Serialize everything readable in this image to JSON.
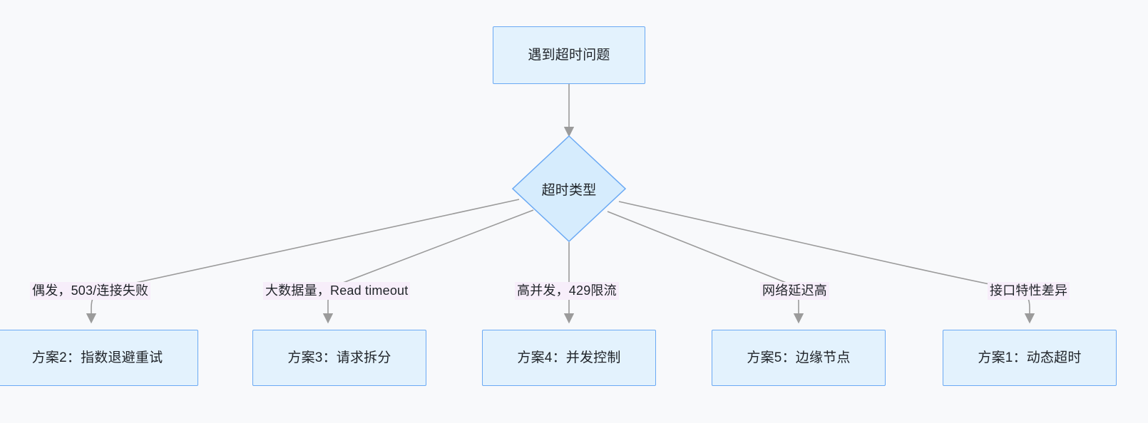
{
  "diagram": {
    "type": "flowchart",
    "direction": "top-down",
    "background_color": "#f8f9fb",
    "node_fill": "#e3f2fd",
    "node_stroke": "#6aa9f4",
    "edge_color": "#999999",
    "edge_label_background": "#f7eefa",
    "text_color": "#1f2328",
    "nodes": [
      {
        "id": "start",
        "shape": "rect",
        "label": "遇到超时问题"
      },
      {
        "id": "decide",
        "shape": "diamond",
        "label": "超时类型"
      },
      {
        "id": "opt2",
        "shape": "rect",
        "label": "方案2：指数退避重试"
      },
      {
        "id": "opt3",
        "shape": "rect",
        "label": "方案3：请求拆分"
      },
      {
        "id": "opt4",
        "shape": "rect",
        "label": "方案4：并发控制"
      },
      {
        "id": "opt5",
        "shape": "rect",
        "label": "方案5：边缘节点"
      },
      {
        "id": "opt1",
        "shape": "rect",
        "label": "方案1：动态超时"
      }
    ],
    "edges": [
      {
        "from": "start",
        "to": "decide",
        "label": ""
      },
      {
        "from": "decide",
        "to": "opt2",
        "label": "偶发，503/连接失败"
      },
      {
        "from": "decide",
        "to": "opt3",
        "label": "大数据量，Read timeout"
      },
      {
        "from": "decide",
        "to": "opt4",
        "label": "高并发，429限流"
      },
      {
        "from": "decide",
        "to": "opt5",
        "label": "网络延迟高"
      },
      {
        "from": "decide",
        "to": "opt1",
        "label": "接口特性差异"
      }
    ]
  }
}
